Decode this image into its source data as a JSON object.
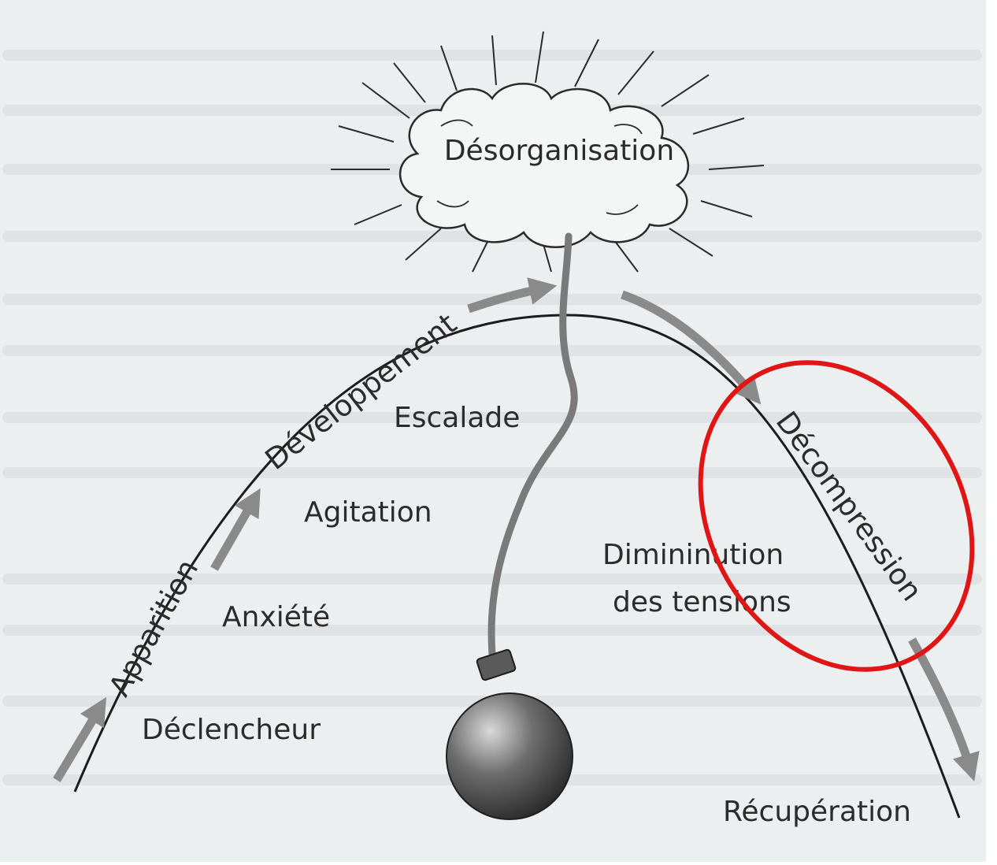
{
  "diagram": {
    "peak_label": "Désorganisation",
    "phases": [
      {
        "id": "apparition",
        "label": "Apparition"
      },
      {
        "id": "developpement",
        "label": "Développement"
      },
      {
        "id": "decompression",
        "label": "Décompression"
      }
    ],
    "stages": [
      {
        "id": "declencheur",
        "label": "Déclencheur"
      },
      {
        "id": "anxiete",
        "label": "Anxiété"
      },
      {
        "id": "agitation",
        "label": "Agitation"
      },
      {
        "id": "escalade",
        "label": "Escalade"
      },
      {
        "id": "diminution-1",
        "label": "Dimininution"
      },
      {
        "id": "diminution-2",
        "label": "des tensions"
      },
      {
        "id": "recuperation",
        "label": "Récupération"
      }
    ],
    "colors": {
      "page_background": "#eceff0",
      "curve": "#1c1c1c",
      "arrow": "#8a8a8a",
      "bomb": "#4a4a4a",
      "fuse": "#777777",
      "highlight_ellipse": "#e01616"
    },
    "icons": [
      "explosion-cloud-icon",
      "bomb-icon",
      "fuse-icon",
      "phase-arrow-icon"
    ]
  }
}
